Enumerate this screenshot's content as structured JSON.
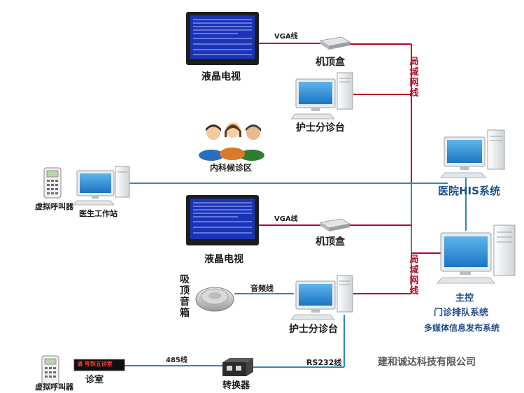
{
  "labels": {
    "lcd_tv_top": "液晶电视",
    "stb_top": "机顶盒",
    "vga_top": "VGA线",
    "lan_top": "局域网线",
    "nurse_top": "护士分诊台",
    "waiting_area": "内科候诊区",
    "virtual_caller_top": "虚拟呼叫器",
    "doctor_station": "医生工作站",
    "his_system": "医院HIS系统",
    "lcd_tv_bottom": "液晶电视",
    "stb_bottom": "机顶盒",
    "vga_bottom": "VGA线",
    "lan_bottom": "局域网线",
    "ceiling_speaker": "吸顶音箱",
    "audio_cable": "音频线",
    "nurse_bottom": "护士分诊台",
    "main_control": "主控",
    "queue_system": "门诊排队系统",
    "media_system": "多媒体信息发布系统",
    "cable_485": "485线",
    "cable_rs232": "RS232线",
    "converter": "转换器",
    "virtual_caller_bottom": "虚拟呼叫器",
    "clinic_room": "诊室",
    "company": "建和诚达科技有限公司"
  },
  "led_screen_text": "请  号到五诊室"
}
